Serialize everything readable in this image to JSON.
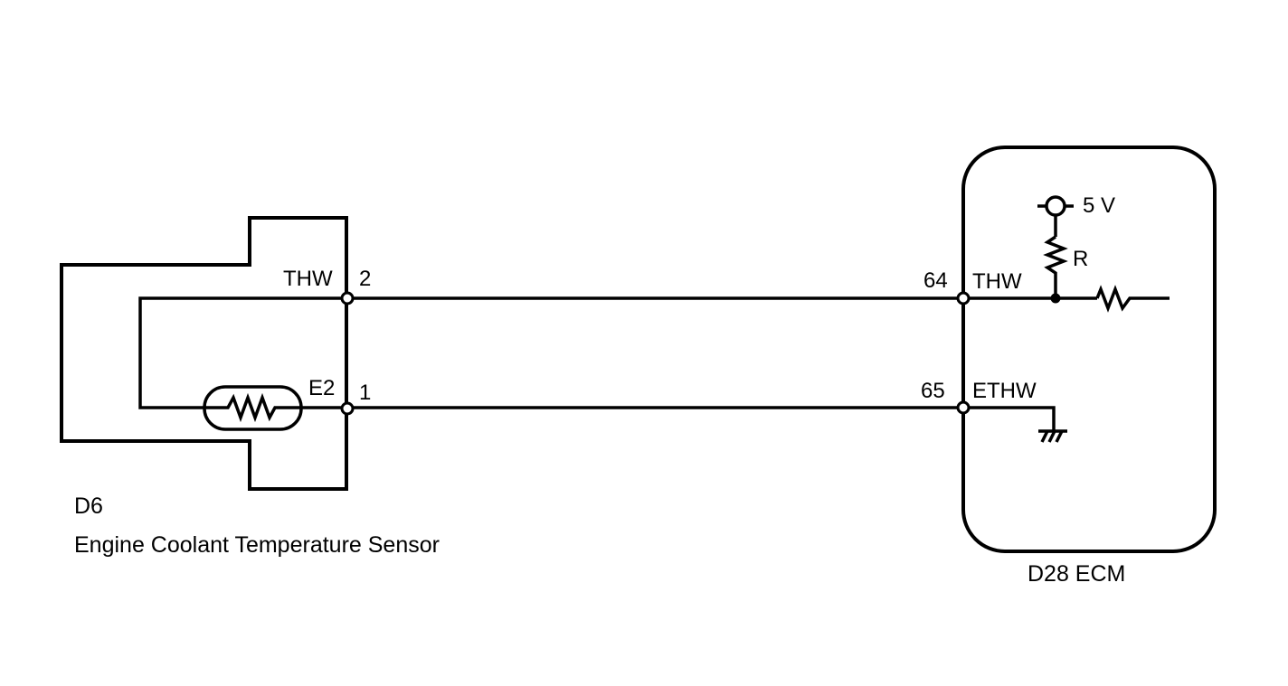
{
  "sensor": {
    "code": "D6",
    "name": "Engine Coolant Temperature Sensor",
    "pin_thw_label": "THW",
    "pin_thw_number": "2",
    "pin_e2_label": "E2",
    "pin_e2_number": "1"
  },
  "ecm": {
    "label": "D28 ECM",
    "pin_thw_number": "64",
    "pin_thw_label": "THW",
    "pin_ethw_number": "65",
    "pin_ethw_label": "ETHW",
    "supply_label": "5 V",
    "resistor_label": "R"
  },
  "style": {
    "line_color": "#000000",
    "background": "#ffffff"
  }
}
